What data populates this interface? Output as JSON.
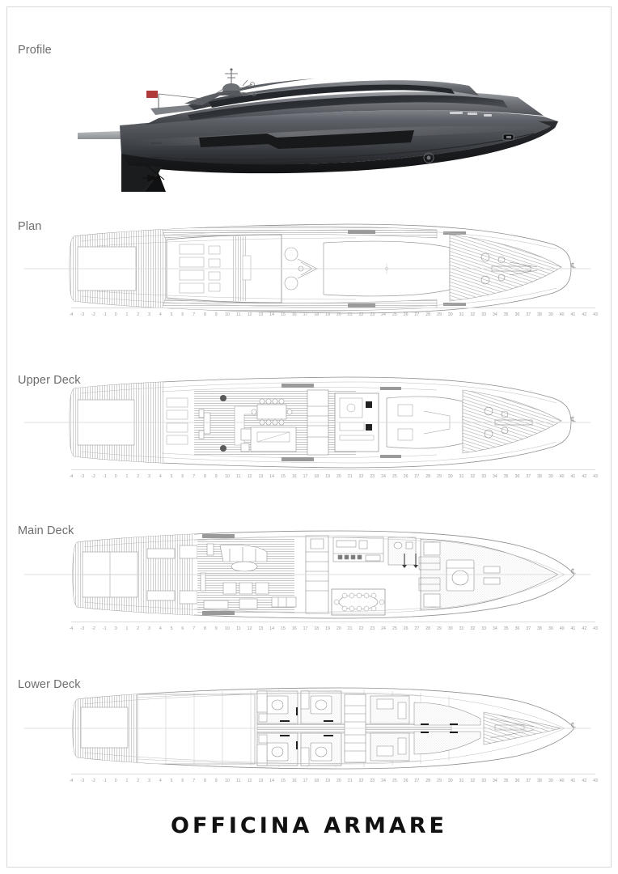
{
  "document": {
    "type": "yacht-general-arrangement",
    "brand": "OFFICINA ARMARE",
    "brand_word_1": "OFFICINA",
    "brand_word_2": "ARMARE",
    "background_color": "#ffffff",
    "label_color": "#6d6d6d",
    "line_color": "#9a9a9a",
    "hull_color": "#3a3c40"
  },
  "views": [
    {
      "id": "profile",
      "label": "Profile",
      "has_scale": false,
      "has_centerline": false,
      "description": "Rendered side elevation of dark charcoal superyacht, plumb bow to the right, radar mast with antenna array, red ensign flag, tender garage, dark hull with glossy reflections"
    },
    {
      "id": "plan",
      "label": "Plan",
      "has_scale": true,
      "has_centerline": true,
      "description": "Sun deck / top plan view with teak aft deck, sunpads, jacuzzi, helipad circle and foredeck sunbathing area"
    },
    {
      "id": "upper-deck",
      "label": "Upper Deck",
      "has_scale": true,
      "has_centerline": true,
      "description": "Upper deck salon with dining table for eight, lounge seating, wheelhouse and forward VIP area"
    },
    {
      "id": "main-deck",
      "label": "Main Deck",
      "has_scale": true,
      "has_centerline": true,
      "description": "Main deck with aft cockpit, main salon, dining table for ten, galley, and full-beam master stateroom forward"
    },
    {
      "id": "lower-deck",
      "label": "Lower Deck",
      "has_scale": true,
      "has_centerline": true,
      "description": "Lower deck with engine room aft, four guest cabins, crew mess and crew cabins forward"
    }
  ],
  "station_scale": {
    "min": -4,
    "max": 43,
    "ticks": [
      -4,
      -3,
      -2,
      -1,
      0,
      1,
      2,
      3,
      4,
      5,
      6,
      7,
      8,
      9,
      10,
      11,
      12,
      13,
      14,
      15,
      16,
      17,
      18,
      19,
      20,
      21,
      22,
      23,
      24,
      25,
      26,
      27,
      28,
      29,
      30,
      31,
      32,
      33,
      34,
      35,
      36,
      37,
      38,
      39,
      40,
      41,
      42,
      43
    ]
  },
  "centerline_symbol": "℄"
}
